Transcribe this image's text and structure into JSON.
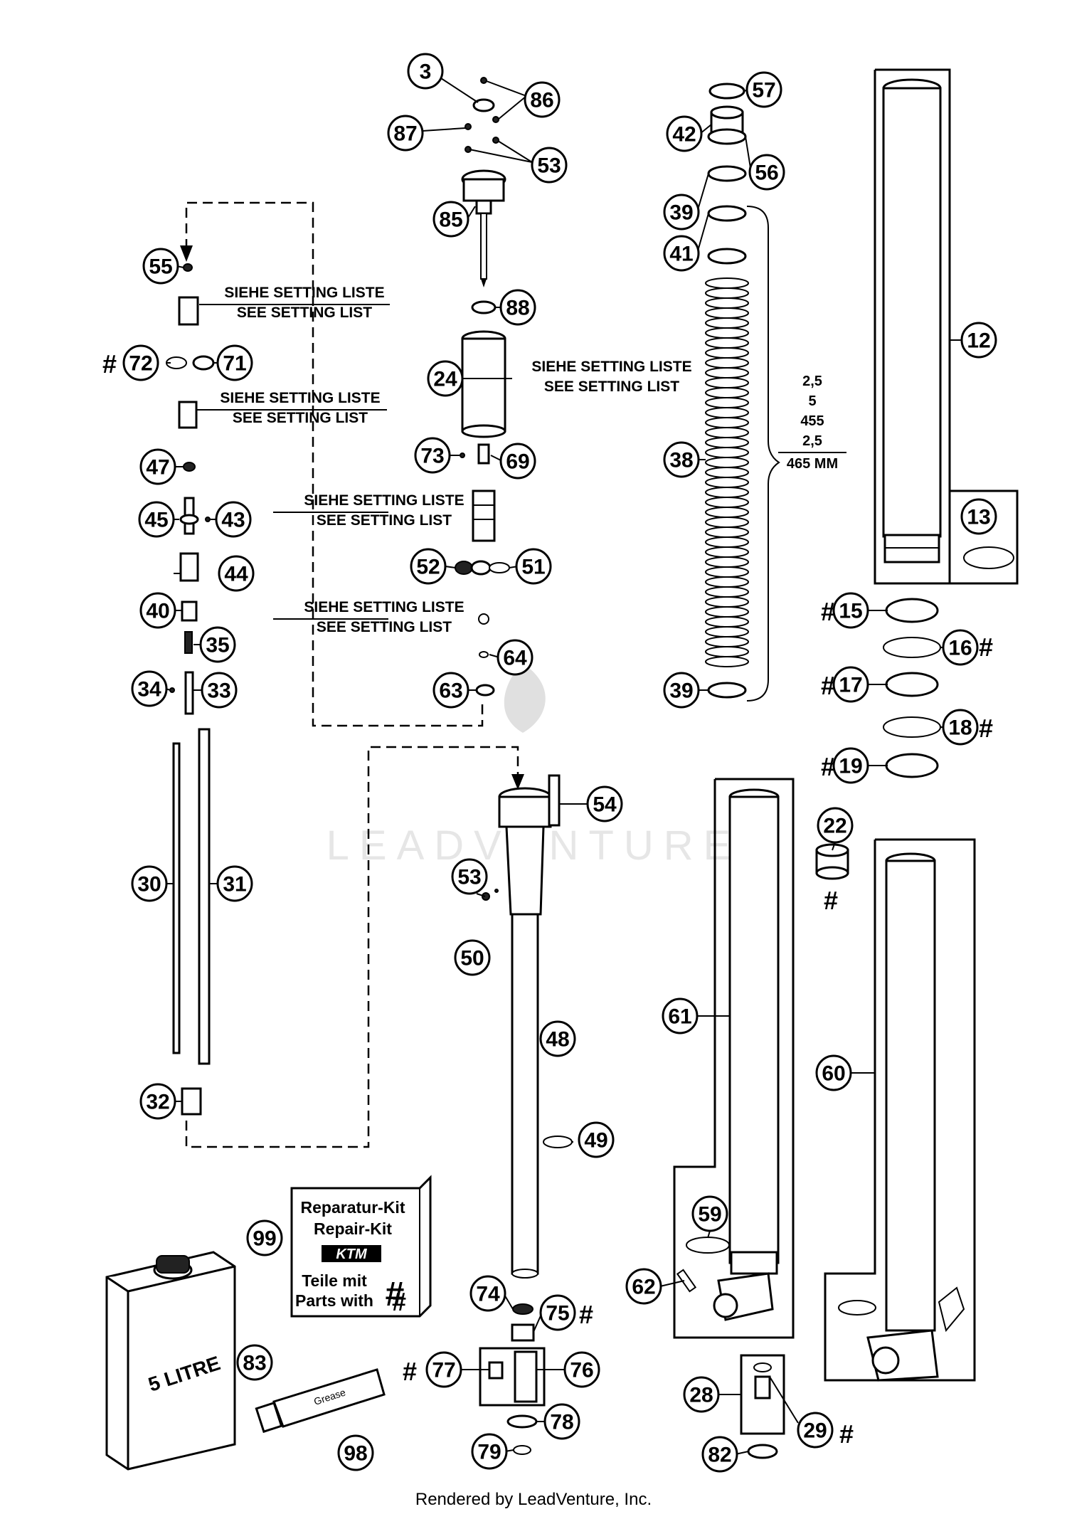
{
  "watermark": "LEADVENTURE",
  "footer": "Rendered by LeadVenture, Inc.",
  "note": {
    "de": "SIEHE SETTING LISTE",
    "en": "SEE SETTING LIST"
  },
  "spring_spec": [
    "2,5",
    "5",
    "455",
    "2,5",
    "465 MM"
  ],
  "kit": {
    "line1": "Reparatur-Kit",
    "line2": "Repair-Kit",
    "logo": "KTM",
    "line3": "Teile mit",
    "line4": "Parts with",
    "mark": "#"
  },
  "can_label": "5 LITRE",
  "tube_label": "Grease",
  "hash": "#",
  "callouts": [
    "3",
    "86",
    "87",
    "53",
    "85",
    "88",
    "24",
    "73",
    "69",
    "52",
    "51",
    "64",
    "63",
    "57",
    "42",
    "56",
    "39",
    "41",
    "38",
    "39",
    "12",
    "13",
    "15",
    "16",
    "17",
    "18",
    "19",
    "55",
    "72",
    "71",
    "47",
    "45",
    "43",
    "44",
    "40",
    "35",
    "34",
    "33",
    "30",
    "31",
    "32",
    "54",
    "53",
    "50",
    "48",
    "49",
    "74",
    "75",
    "77",
    "76",
    "78",
    "79",
    "83",
    "98",
    "99",
    "61",
    "59",
    "62",
    "22",
    "60",
    "28",
    "29",
    "82"
  ]
}
